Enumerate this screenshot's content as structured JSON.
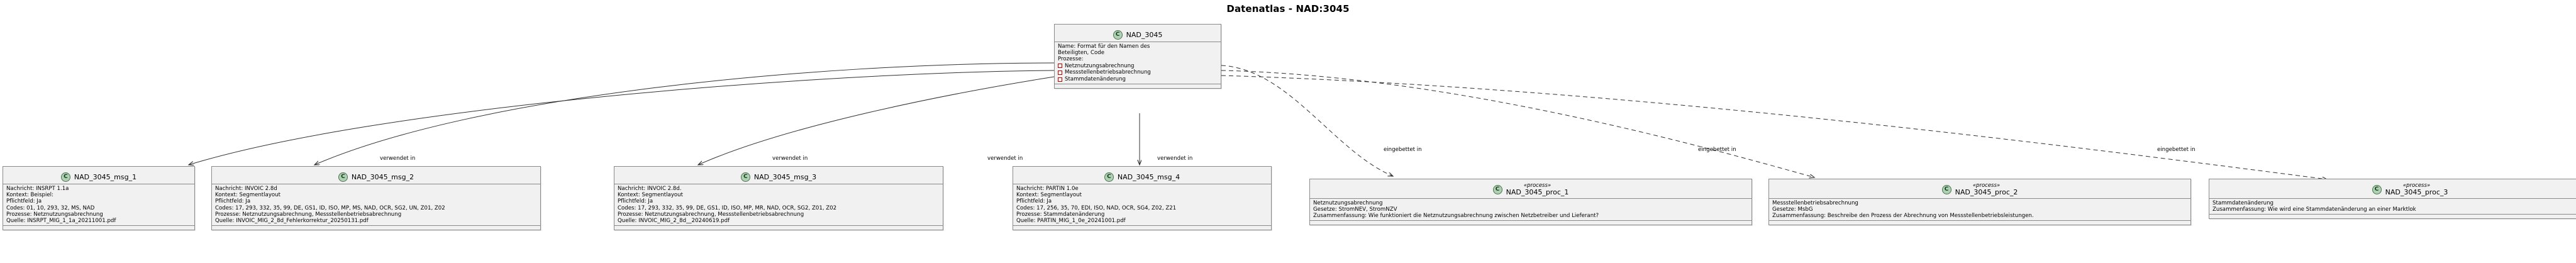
{
  "title": "Datenatlas - NAD:3045",
  "icon_labels": {
    "class_icon": "C"
  },
  "central": {
    "name": "NAD_3045",
    "lines": [
      "Name: Format für den Namen des",
      "Beteiligten, Code",
      "Prozesse:"
    ],
    "processes": [
      "Netznutzungsabrechnung",
      "Messstellenbetriebsabrechnung",
      "Stammdatenänderung"
    ]
  },
  "edge_labels": {
    "used_in": "verwendet in",
    "embedded_in": "eingebettet in"
  },
  "messages": [
    {
      "name": "NAD_3045_msg_1",
      "lines": [
        "Nachricht: INSRPT 1.1a",
        "Kontext: Beispiel:",
        "Pflichtfeld: Ja",
        "Codes: 01, 10, 293, 32, MS, NAD",
        "Prozesse: Netznutzungsabrechnung",
        "Quelle: INSRPT_MIG_1_1a_20211001.pdf"
      ]
    },
    {
      "name": "NAD_3045_msg_2",
      "lines": [
        "Nachricht: INVOIC 2.8d",
        "Kontext: Segmentlayout",
        "Pflichtfeld: Ja",
        "Codes: 17, 293, 332, 35, 99, DE, GS1, ID, ISO, MP, MS, NAD, OCR, SG2, UN, Z01, Z02",
        "Prozesse: Netznutzungsabrechnung, Messstellenbetriebsabrechnung",
        "Quelle: INVOIC_MIG_2_8d_Fehlerkorrektur_20250131.pdf"
      ]
    },
    {
      "name": "NAD_3045_msg_3",
      "lines": [
        "Nachricht: INVOIC 2.8d.",
        "Kontext: Segmentlayout",
        "Pflichtfeld: Ja",
        "Codes: 17, 293, 332, 35, 99, DE, GS1, ID, ISO, MP, MR, NAD, OCR, SG2, Z01, Z02",
        "Prozesse: Netznutzungsabrechnung, Messstellenbetriebsabrechnung",
        "Quelle: INVOIC_MIG_2_8d__20240619.pdf"
      ]
    },
    {
      "name": "NAD_3045_msg_4",
      "lines": [
        "Nachricht: PARTIN 1.0e",
        "Kontext: Segmentlayout",
        "Pflichtfeld: Ja",
        "Codes: 17, 256, 35, 70, EDI, ISO, NAD, OCR, SG4, Z02, Z21",
        "Prozesse: Stammdatenänderung",
        "Quelle: PARTIN_MIG_1_0e_20241001.pdf"
      ]
    }
  ],
  "processes": [
    {
      "stereotype": "«process»",
      "name": "NAD_3045_proc_1",
      "lines": [
        "Netznutzungsabrechnung",
        "Gesetze: StromNEV, StromNZV",
        "Zusammenfassung: Wie funktioniert die Netznutzungsabrechnung zwischen Netzbetreiber und Lieferant?"
      ]
    },
    {
      "stereotype": "«process»",
      "name": "NAD_3045_proc_2",
      "lines": [
        "Messstellenbetriebsabrechnung",
        "Gesetze: MsbG",
        "Zusammenfassung: Beschreibe den Prozess der Abrechnung von Messstellenbetriebsleistungen."
      ]
    },
    {
      "stereotype": "«process»",
      "name": "NAD_3045_proc_3",
      "lines": [
        "Stammdatenänderung",
        "Zusammenfassung: Wie wird eine Stammdatenänderung an einer Marktlok"
      ]
    }
  ],
  "colors": {
    "class_icon_fill": "#add1b2",
    "class_icon_stroke": "#4c724f",
    "box_fill": "#f1f1f1",
    "box_stroke": "#8a8a8a",
    "bullet_stroke": "#c00000",
    "edge_stroke": "#303030"
  }
}
